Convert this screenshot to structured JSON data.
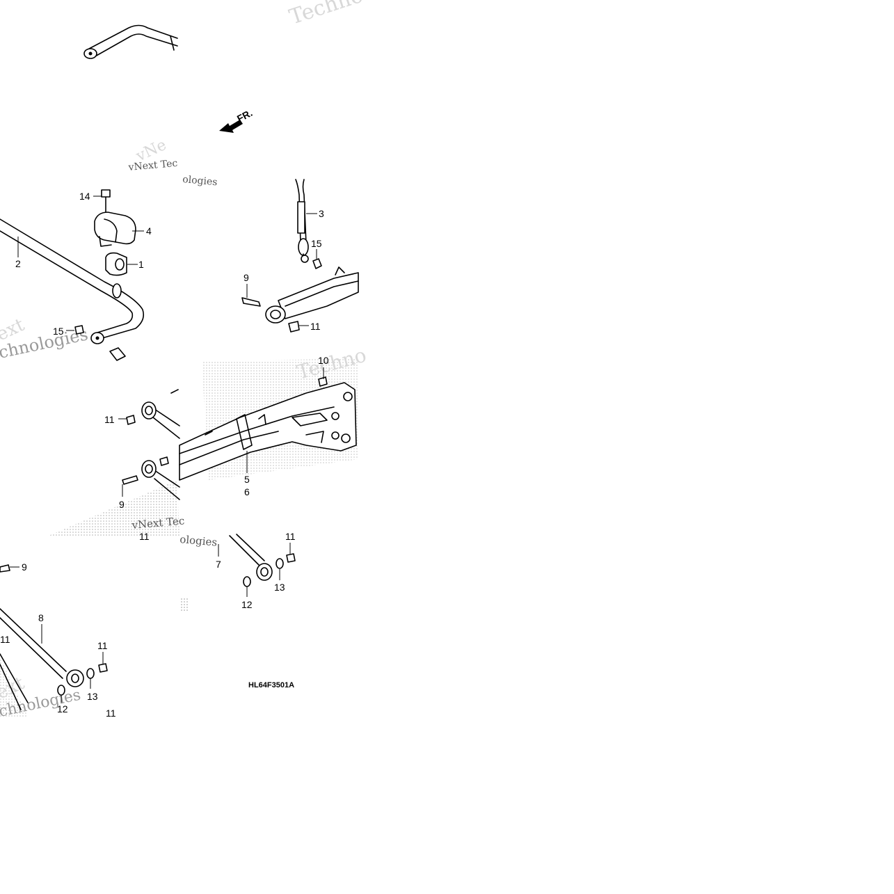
{
  "diagram": {
    "direction_label": "FR.",
    "part_code": "HL64F3501A",
    "watermark_fragments": [
      "Techno",
      "vNext Tec",
      "ologies",
      "ext",
      "chnologies",
      "Techno",
      "vNe",
      "vNext Tec",
      "ologies",
      "ext",
      "chnologies"
    ],
    "callouts": [
      "14",
      "4",
      "2",
      "1",
      "15",
      "3",
      "15",
      "9",
      "11",
      "11",
      "9",
      "5",
      "6",
      "10",
      "9",
      "7",
      "11",
      "13",
      "12",
      "8",
      "11",
      "11",
      "13",
      "12",
      "11",
      "11"
    ]
  }
}
